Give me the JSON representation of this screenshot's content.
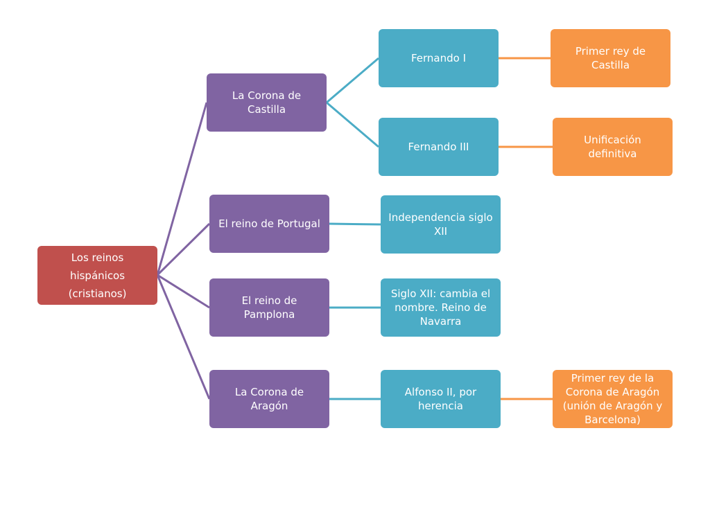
{
  "root": {
    "line1": "Los reinos hispánicos",
    "line2": "(cristianos)"
  },
  "level1": {
    "castilla": "La Corona de Castilla",
    "portugal": "El reino de Portugal",
    "pamplona": "El reino de Pamplona",
    "aragon": "La Corona de Aragón"
  },
  "level2": {
    "fernando1": "Fernando I",
    "fernando3": "Fernando III",
    "independencia": "Independencia siglo XII",
    "siglo12": "Siglo XII: cambia el nombre. Reino de Navarra",
    "alfonso2": "Alfonso II, por herencia"
  },
  "level3": {
    "primer_rey_castilla": "Primer rey de Castilla",
    "unificacion": "Unificación definitiva",
    "primer_rey_aragon": "Primer rey de la Corona de Aragón (unión de Aragón y Barcelona)"
  },
  "colors": {
    "root": "#c0504d",
    "level1": "#8064a2",
    "level2": "#4bacc6",
    "level3": "#f79646"
  }
}
